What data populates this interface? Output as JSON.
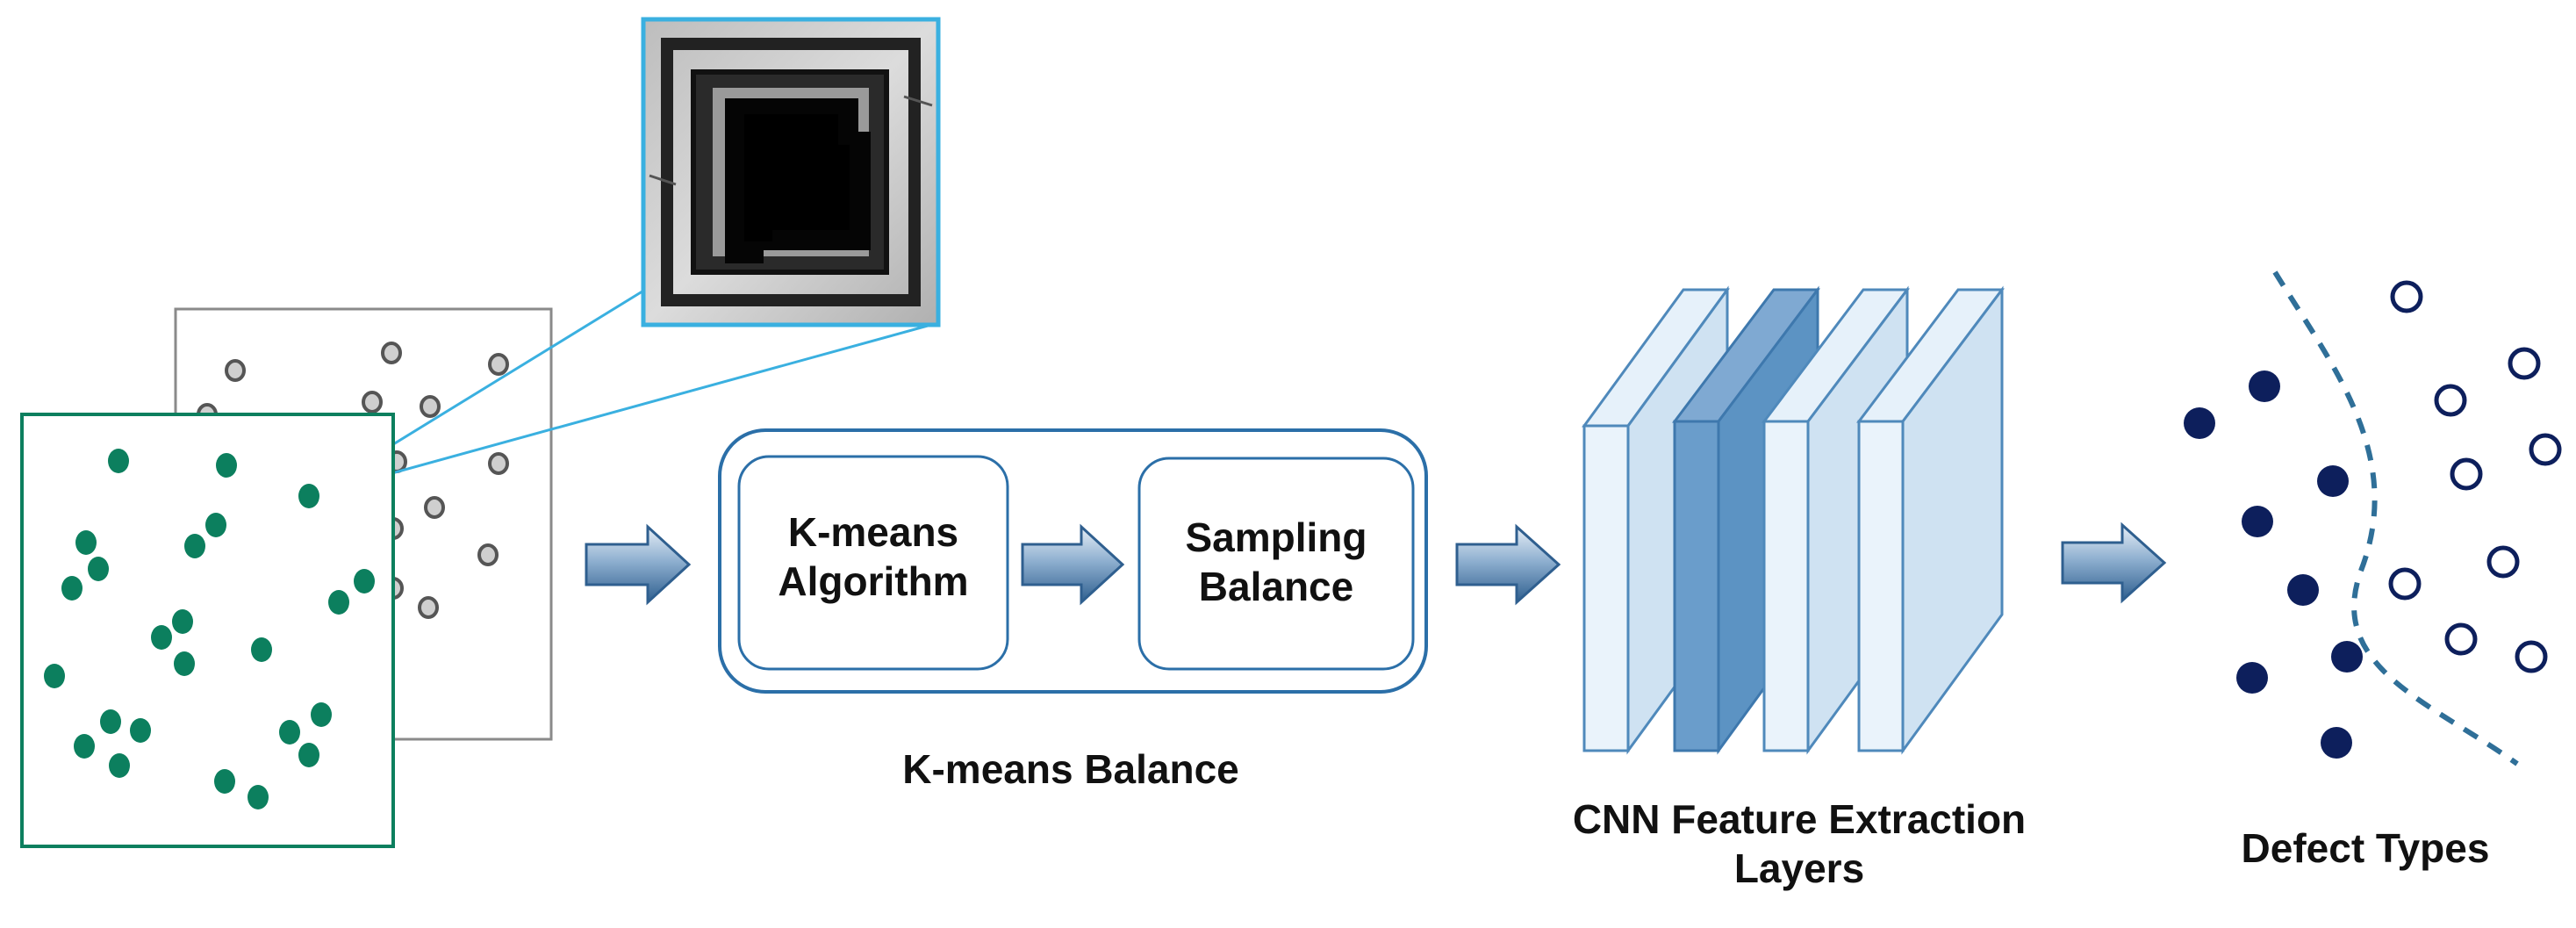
{
  "colors": {
    "wafer_green": "#0c7f5e",
    "wafer_gray": "#8a8a8a",
    "frame_blue": "#2b6fa8",
    "zoom_line": "#3ab0e0",
    "arrow_blue": "#3c6f9e",
    "layer_light": "#d9e9f5",
    "layer_dark": "#5c93c3",
    "defect_navy": "#0d1f5c"
  },
  "stages": {
    "kmeans_box": "K-means\nAlgorithm",
    "sampling_box": "Sampling\nBalance",
    "kmeans_caption": "K-means Balance",
    "cnn_caption": "CNN Feature Extraction\nLayers",
    "defect_caption": "Defect Types"
  },
  "icons": {
    "input": "wafer-map-icon",
    "zoom": "defect-die-image",
    "arrow": "right-arrow-icon",
    "layers": "cnn-layer-stack-icon",
    "classes": "defect-class-scatter-icon"
  }
}
